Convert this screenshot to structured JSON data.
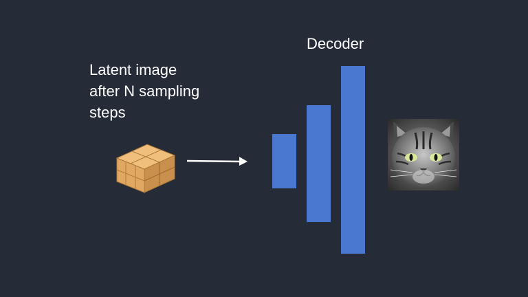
{
  "caption": {
    "line1": "Latent image",
    "line2": "after N sampling",
    "line3": "steps"
  },
  "decoder": {
    "title": "Decoder",
    "layer_color": "#4a78d0",
    "layer_count": 3
  },
  "latent_cube": {
    "icon": "latent-cube-icon",
    "color": "#e0a862"
  },
  "arrow": {
    "icon": "right-arrow-icon",
    "color": "#ffffff"
  },
  "output_image": {
    "icon": "cat-image"
  },
  "colors": {
    "background": "#252b37",
    "text": "#ffffff"
  }
}
